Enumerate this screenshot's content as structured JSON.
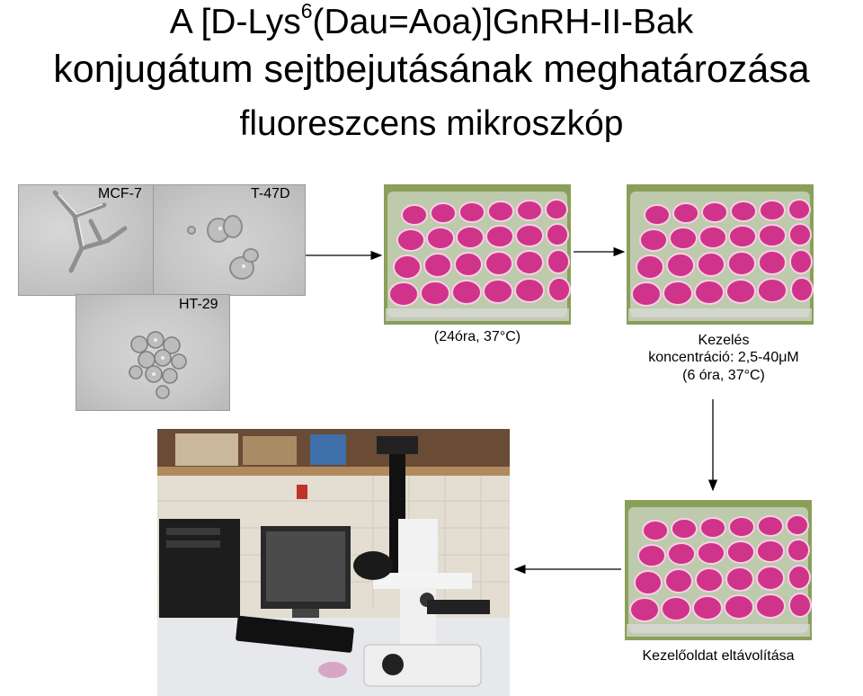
{
  "title": {
    "line1_pre": "A [D-Lys",
    "line1_sup": "6",
    "line1_post": "(Dau=Aoa)]GnRH-II-Bak",
    "line2": "konjugátum sejtbejutásának meghatározása",
    "line3": "fluoreszcens mikroszkóp"
  },
  "cell_lines": {
    "mcf7": "MCF-7",
    "t47d": "T-47D",
    "ht29": "HT-29"
  },
  "steps": {
    "incubation": "(24óra, 37°C)",
    "treatment": {
      "line1": "Kezelés",
      "line2": "koncentráció: 2,5-40μM",
      "line3": "(6 óra, 37°C)"
    },
    "removal": "Kezelőoldat eltávolítása"
  },
  "colors": {
    "medium_pink": "#d0338a",
    "plate_green": "#8a9f5a",
    "microscopy_gray": "#c9c9c9"
  }
}
